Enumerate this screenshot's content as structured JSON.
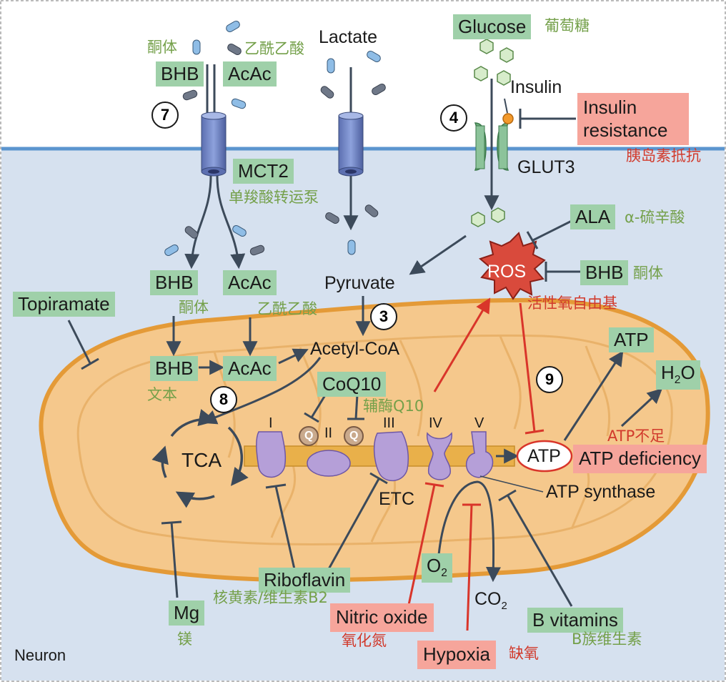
{
  "labels": {
    "ketone_bodies_cn": "酮体",
    "bhb": "BHB",
    "acac": "AcAc",
    "acetoacetic_cn": "乙酰乙酸",
    "lactate": "Lactate",
    "glucose": "Glucose",
    "glucose_cn": "葡萄糖",
    "insulin": "Insulin",
    "insulin_resistance_line1": "Insulin",
    "insulin_resistance_line2": "resistance",
    "insulin_resistance_cn": "胰岛素抵抗",
    "mct2": "MCT2",
    "mct2_cn": "单羧酸转运泵",
    "glut3": "GLUT3",
    "ala": "ALA",
    "ala_cn": "α-硫辛酸",
    "ros": "ROS",
    "ros_cn": "活性氧自由基",
    "pyruvate": "Pyruvate",
    "topiramate": "Topiramate",
    "acetyl_coa": "Acetyl-CoA",
    "text_cn": "文本",
    "coq10": "CoQ10",
    "coq10_cn": "辅酶Q10",
    "atp": "ATP",
    "h2o_main": "H",
    "h2o_sub": "2",
    "h2o_tail": "O",
    "atp_deficiency_cn": "ATP不足",
    "atp_deficiency": "ATP deficiency",
    "atp_synthase": "ATP synthase",
    "tca": "TCA",
    "etc": "ETC",
    "q": "Q",
    "riboflavin": "Riboflavin",
    "riboflavin_cn": "核黄素/维生素B2",
    "mg": "Mg",
    "mg_cn": "镁",
    "o2_main": "O",
    "o2_sub": "2",
    "co2_main": "CO",
    "co2_sub": "2",
    "nitric_oxide": "Nitric oxide",
    "nitric_oxide_cn": "氧化氮",
    "hypoxia": "Hypoxia",
    "hypoxia_cn": "缺氧",
    "b_vitamins": "B vitamins",
    "b_vitamins_cn": "B族维生素",
    "neuron": "Neuron"
  },
  "complexes": [
    "I",
    "II",
    "III",
    "IV",
    "V"
  ],
  "steps": [
    "7",
    "4",
    "3",
    "8",
    "9"
  ],
  "colors": {
    "cell": "#d6e1ef",
    "membrane": "#5b95cf",
    "mito_fill": "#f5c88c",
    "mito_edge": "#e49a37",
    "green_box": "#9fd0a9",
    "red_box": "#f6a59b",
    "arrow": "#3c4a5a",
    "inhibit_red": "#d9352a",
    "complex": "#b59fd8",
    "ros": "#d94a3c"
  }
}
